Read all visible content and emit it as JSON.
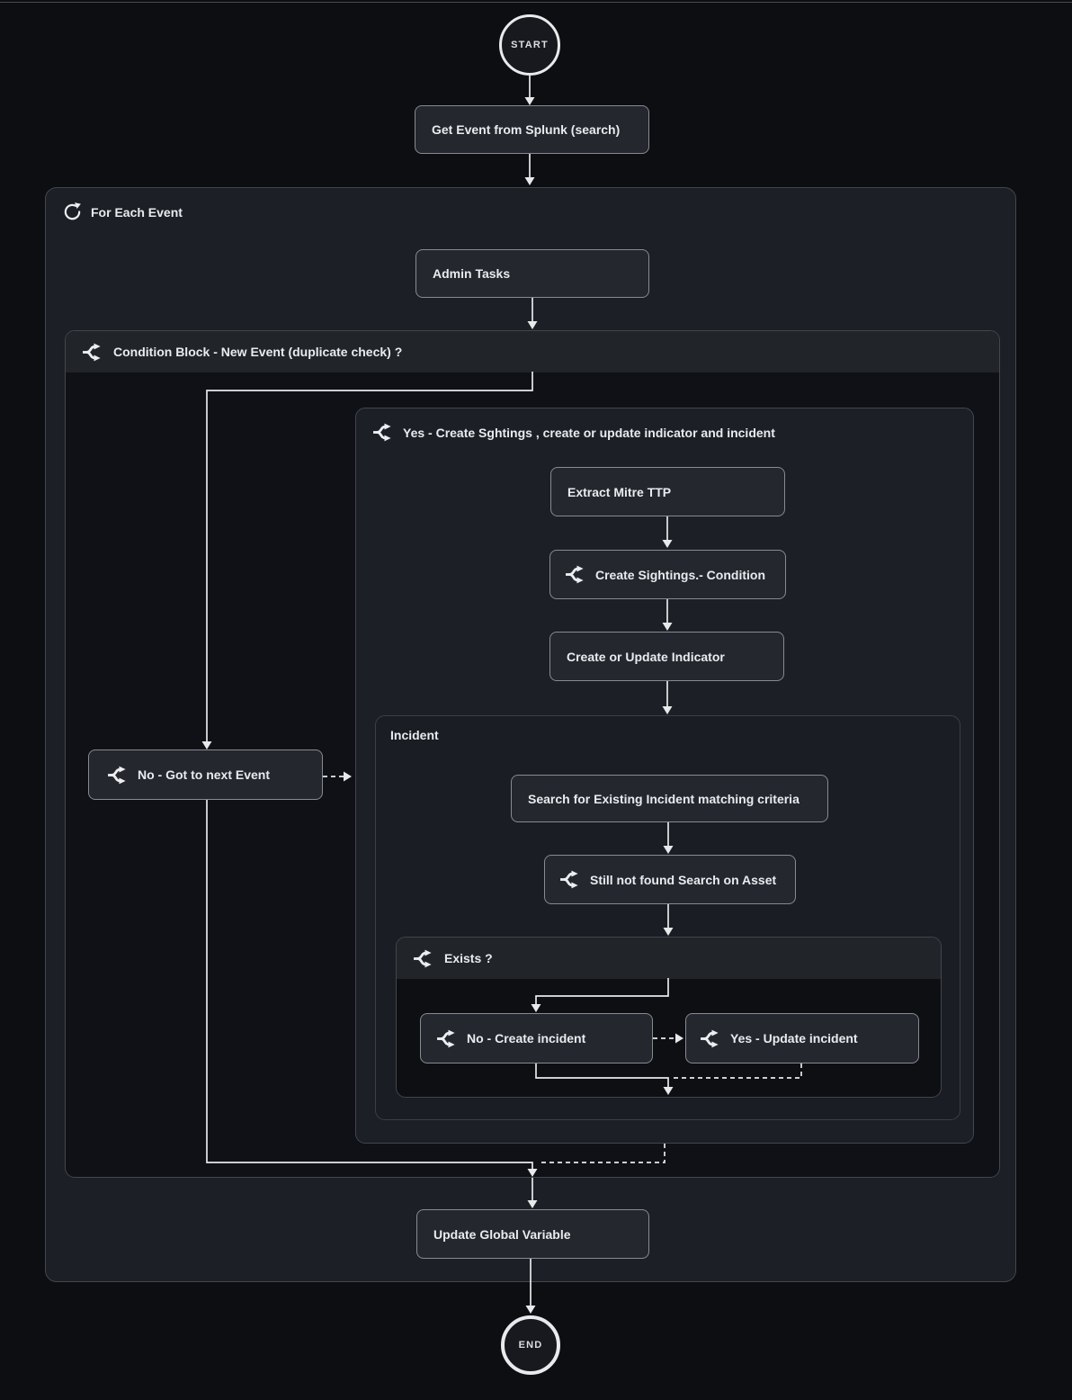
{
  "canvas": {
    "start_label": "START",
    "end_label": "END"
  },
  "nodes": {
    "get_event": {
      "label": "Get Event from Splunk (search)"
    },
    "for_each": {
      "label": "For Each Event"
    },
    "admin_tasks": {
      "label": "Admin Tasks"
    },
    "condition_block": {
      "label": "Condition Block - New Event (duplicate check) ?"
    },
    "yes_branch": {
      "label": "Yes - Create Sghtings , create or update indicator and incident"
    },
    "extract_mitre": {
      "label": "Extract Mitre TTP"
    },
    "create_sightings": {
      "label": "Create Sightings.- Condition"
    },
    "create_update_indicator": {
      "label": "Create or Update Indicator"
    },
    "incident": {
      "label": "Incident"
    },
    "search_existing_incident": {
      "label": "Search for Existing Incident matching criteria"
    },
    "still_not_found": {
      "label": "Still not found Search on Asset"
    },
    "exists": {
      "label": "Exists ?"
    },
    "no_create_incident": {
      "label": "No - Create incident"
    },
    "yes_update_incident": {
      "label": "Yes - Update incident"
    },
    "no_next_event": {
      "label": "No - Got to next Event"
    },
    "update_global": {
      "label": "Update Global Variable"
    }
  },
  "icons": {
    "loop": "loop-icon",
    "branch": "branch-condition-icon"
  },
  "colors": {
    "page-bg": "#0d0e11",
    "panel-bg": "#1c1f25",
    "panel-border": "#42464d",
    "dark-body-bg": "#101116",
    "darker-body-bg": "#0e0f13",
    "header-bg": "#212429",
    "incident-bg": "#1a1d23",
    "node-bg": "#24272e",
    "node-border": "#868b94",
    "circle-bg": "#17191e",
    "line": "#e7e9eb",
    "text": "#e9ebee"
  }
}
